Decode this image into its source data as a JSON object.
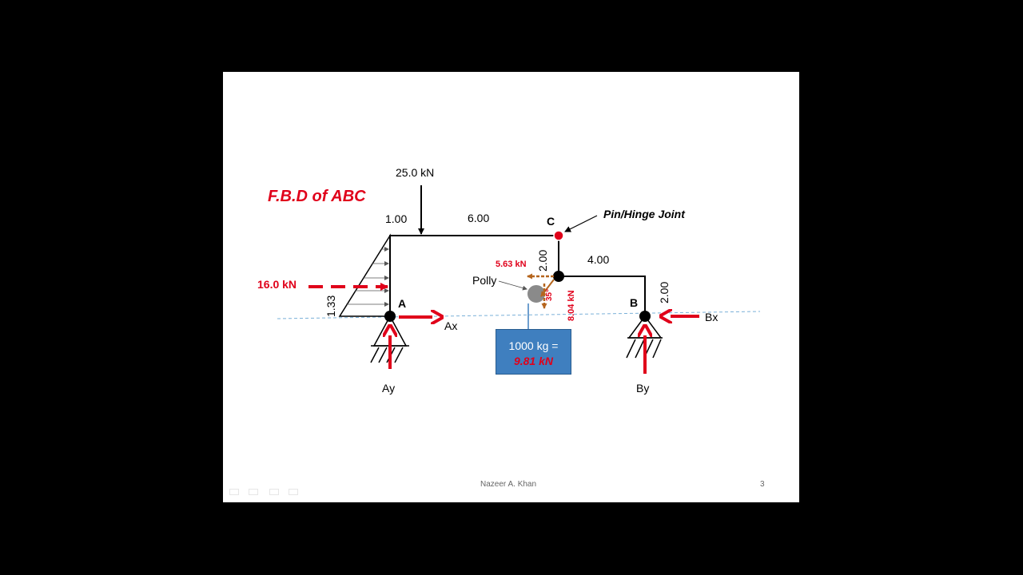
{
  "slide": {
    "title": "F.B.D of ABC",
    "load_top": "25.0 kN",
    "dim_1": "1.00",
    "dim_6": "6.00",
    "label_c": "C",
    "pin_label": "Pin/Hinge Joint",
    "force_563": "5.63 kN",
    "dim_200_mid": "2.00",
    "dim_400": "4.00",
    "polly": "Polly",
    "angle": "35°",
    "force_804": "8.04 kN",
    "load_left": "16.0 kN",
    "dim_133": "1.33",
    "label_a": "A",
    "label_ax": "Ax",
    "label_ay": "Ay",
    "label_b": "B",
    "label_bx": "Bx",
    "label_by": "By",
    "dim_200_right": "2.00",
    "mass_line1": "1000 kg =",
    "mass_line2": "9.81 kN",
    "footer_author": "Nazeer A. Khan",
    "footer_page": "3"
  },
  "colors": {
    "red": "#e0001a",
    "box": "#3f7fbf",
    "brown": "#b5651d"
  }
}
